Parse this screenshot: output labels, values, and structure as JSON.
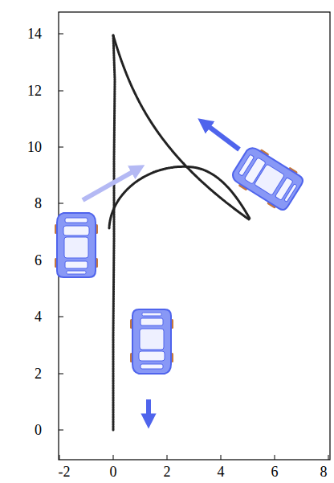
{
  "diagram": {
    "labels": [
      "14",
      "12",
      "10",
      "8",
      "6",
      "4",
      "2",
      "0",
      "-2",
      "0",
      "2",
      "4",
      "6",
      "8"
    ]
  }
}
